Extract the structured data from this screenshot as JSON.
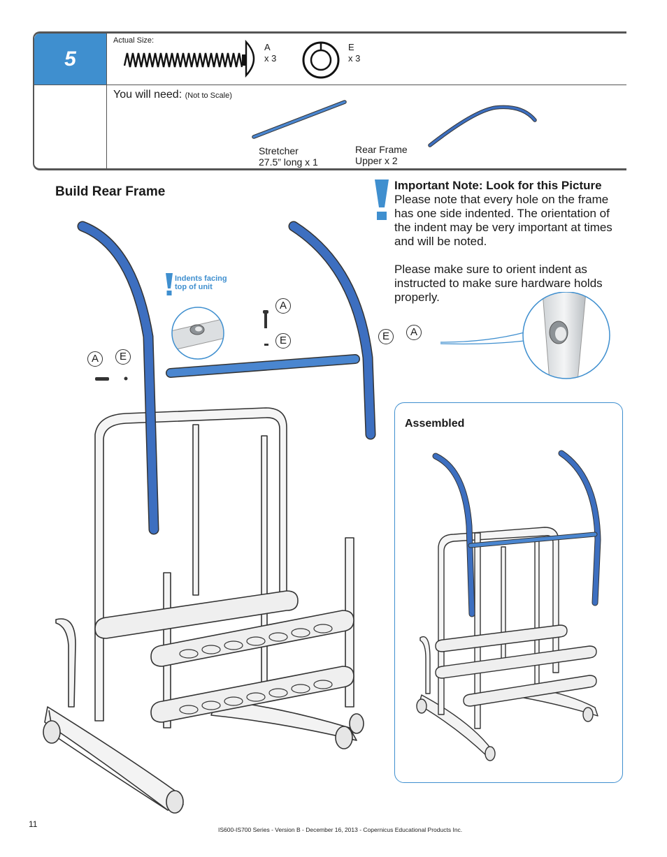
{
  "step": {
    "number": "5",
    "actual_size_label": "Actual Size:",
    "hardware": [
      {
        "letter": "A",
        "qty": "x 3",
        "icon": "bolt-icon"
      },
      {
        "letter": "E",
        "qty": "x 3",
        "icon": "washer-icon"
      }
    ],
    "you_will_need": "You will need:",
    "not_to_scale": "(Not to Scale)",
    "parts": [
      {
        "line1": "Stretcher",
        "line2": "27.5” long x 1"
      },
      {
        "line1": "Rear Frame",
        "line2": "Upper x 2"
      }
    ]
  },
  "section_title": "Build Rear Frame",
  "note": {
    "icon": "exclamation-icon",
    "heading": "Important Note: Look for this Picture",
    "paragraph1": "Please note that every hole on the frame has one side indented. The orientation of the indent may be very important at times and will be noted.",
    "paragraph2": "Please make sure to orient indent as instructed to make sure hardware holds properly."
  },
  "callout": {
    "text_line1": "Indents facing",
    "text_line2": "top of unit"
  },
  "diagram_labels": {
    "a": "A",
    "e": "E"
  },
  "assembled_label": "Assembled",
  "footer": {
    "page_number": "11",
    "text": "IS600-IS700 Series - Version B - December 16, 2013 - Copernicus Educational Products Inc."
  },
  "colors": {
    "accent": "#3f8fcf",
    "frame_blue": "#3d6fc0",
    "frame_outline": "#333333"
  }
}
